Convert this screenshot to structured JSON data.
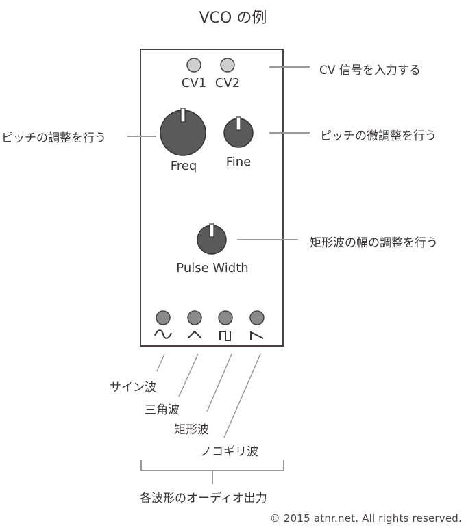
{
  "title": "VCO の例",
  "panel": {
    "cv_jacks": [
      {
        "label": "CV1"
      },
      {
        "label": "CV2"
      }
    ],
    "knobs": [
      {
        "id": "freq",
        "label": "Freq"
      },
      {
        "id": "fine",
        "label": "Fine"
      },
      {
        "id": "pulse-width",
        "label": "Pulse Width"
      }
    ],
    "output_jacks": [
      {
        "waveform_icon": "sine-wave-icon",
        "name": "サイン波"
      },
      {
        "waveform_icon": "triangle-wave-icon",
        "name": "三角波"
      },
      {
        "waveform_icon": "square-wave-icon",
        "name": "矩形波"
      },
      {
        "waveform_icon": "sawtooth-wave-icon",
        "name": "ノコギリ波"
      }
    ]
  },
  "annotations": {
    "cv_input": "CV 信号を入力する",
    "pitch_adjust": "ピッチの調整を行う",
    "pitch_fine_adjust": "ピッチの微調整を行う",
    "pulse_width_adjust": "矩形波の幅の調整を行う",
    "audio_outputs": "各波形のオーディオ出力"
  },
  "colors": {
    "panel_border": "#4a4242",
    "knob_fill": "#5a5a5a",
    "cv_jack_fill": "#cccccc",
    "output_jack_fill": "#8a8a8a",
    "leader_line": "#9a9a9a",
    "text": "#3a3434"
  },
  "copyright": "© 2015 atnr.net. All rights reserved."
}
